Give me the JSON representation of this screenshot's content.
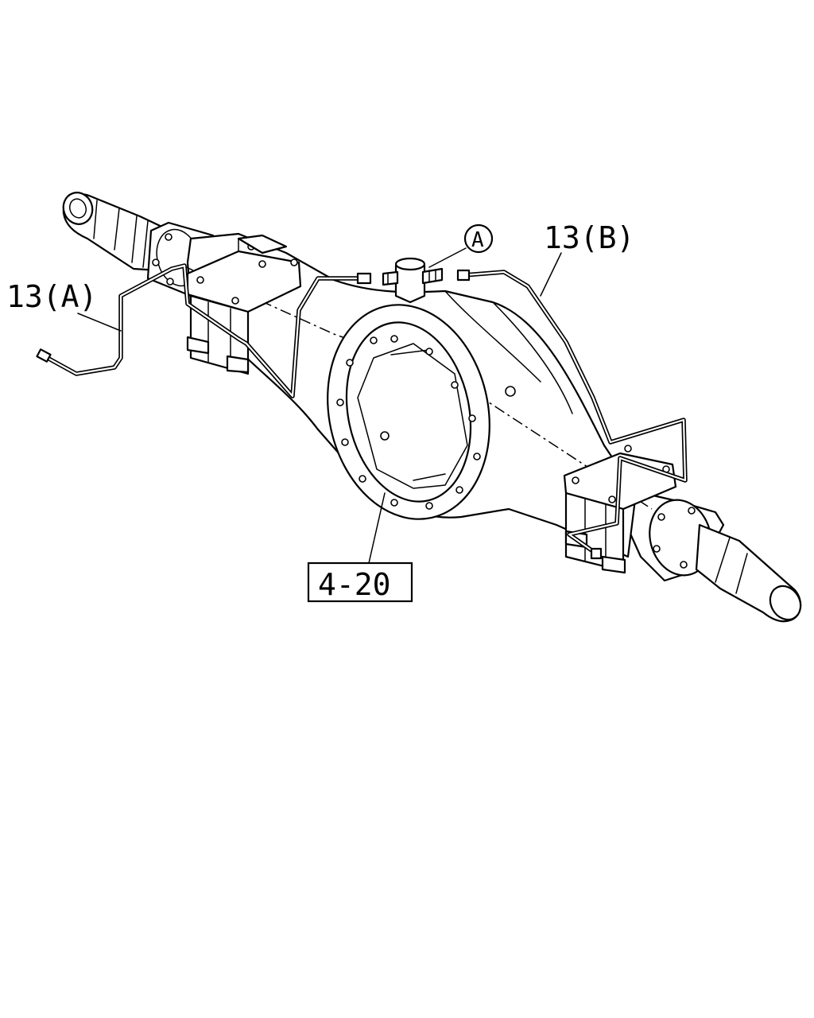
{
  "callouts": {
    "pipe_a": "13(A)",
    "pipe_b": "13(B)",
    "ref_box": "4-20",
    "detail_marker": "A"
  }
}
